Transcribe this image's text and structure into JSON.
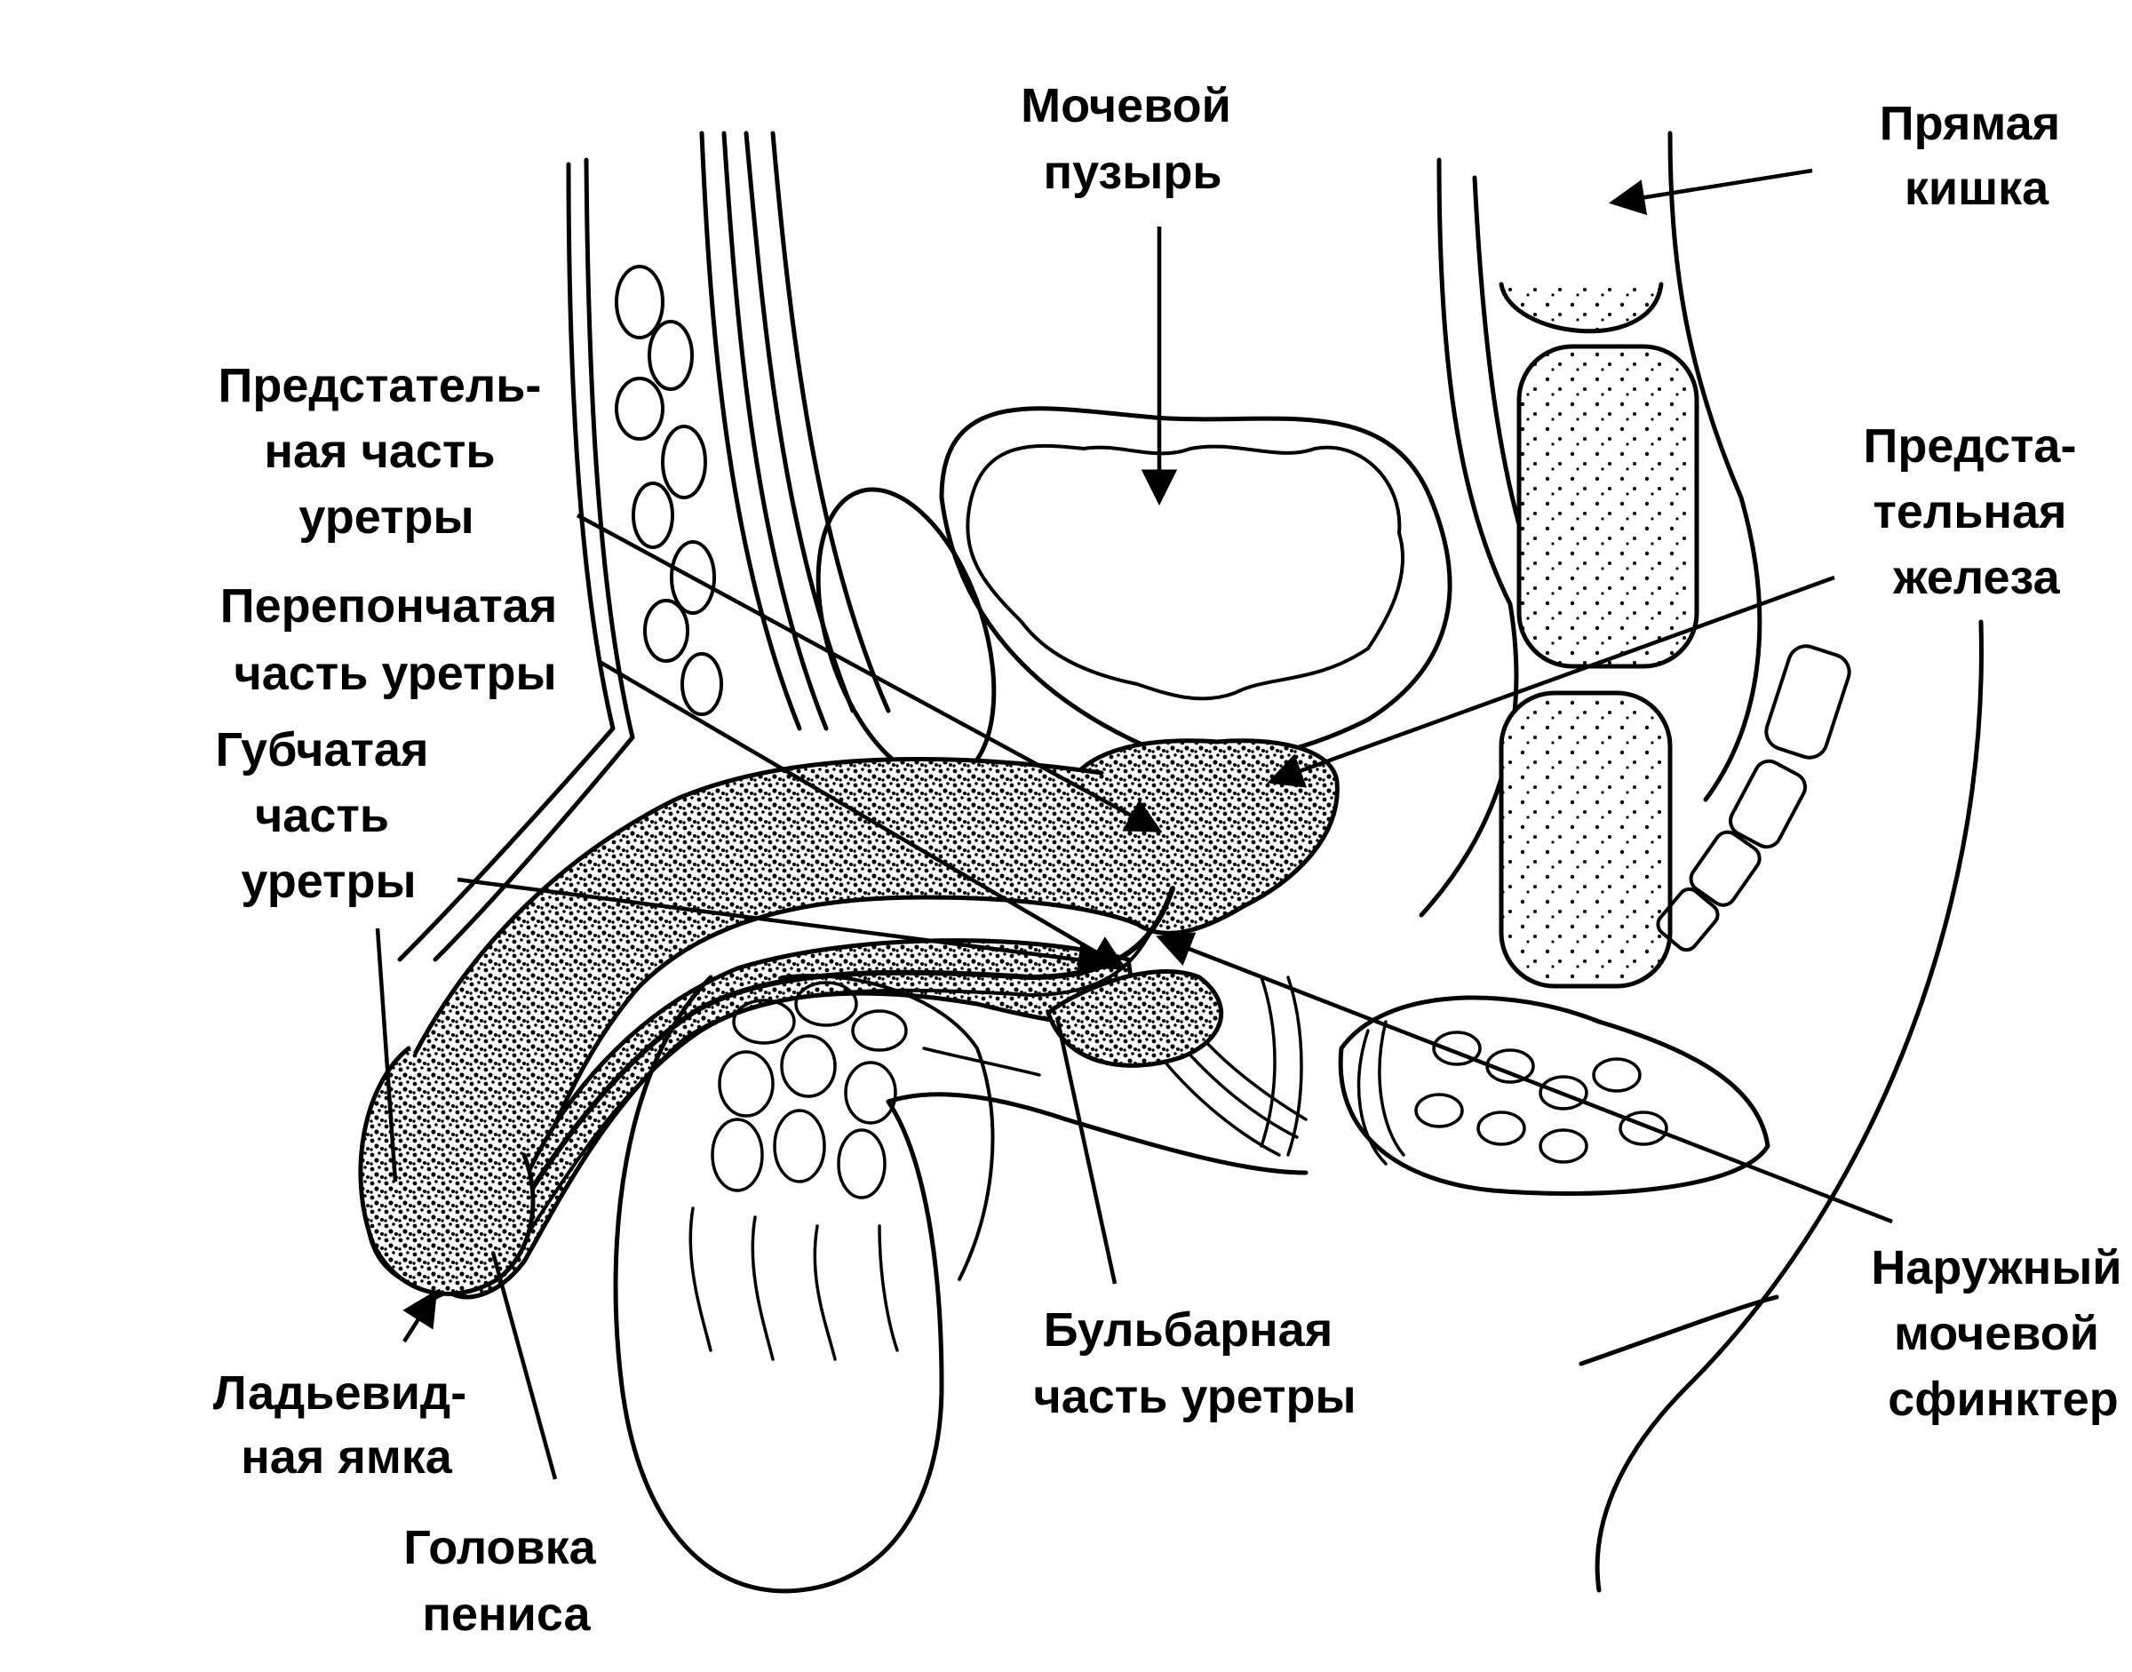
{
  "labels": {
    "bladder": [
      "Мочевой",
      "пузырь"
    ],
    "rectum": [
      "Прямая",
      "кишка"
    ],
    "prostatic_urethra": [
      "Предстатель-",
      "ная часть",
      "уретры"
    ],
    "prostate": [
      "Предста-",
      "тельная",
      "железа"
    ],
    "membranous_urethra": [
      "Перепончатая",
      "часть уретры"
    ],
    "spongy_urethra": [
      "Губчатая",
      "часть",
      "уретры"
    ],
    "external_sphincter": [
      "Наружный",
      "мочевой",
      "сфинктер"
    ],
    "bulbar_urethra": [
      "Бульбарная",
      "часть уретры"
    ],
    "navicular_fossa": [
      "Ладьевид-",
      "ная ямка"
    ],
    "glans": [
      "Головка",
      "пениса"
    ]
  }
}
